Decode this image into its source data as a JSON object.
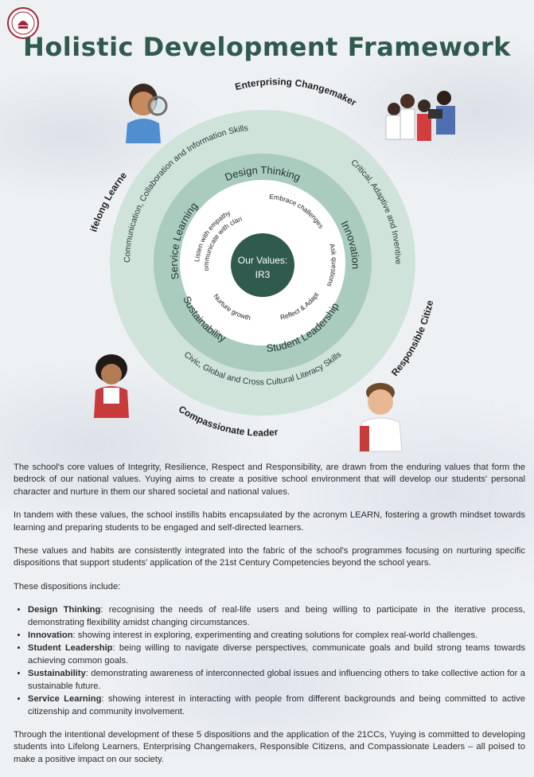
{
  "header": {
    "logo_icon": "school-crest",
    "title": "Holistic Development Framework"
  },
  "diagram": {
    "center": [
      "Our Values:",
      "IR3"
    ],
    "learn_habits": {
      "listen": "Listen with empathy",
      "communicate": "Communicate with clarity",
      "embrace": "Embrace challenges",
      "ask": "Ask questions",
      "reflect": "Reflect & Adapt",
      "nurture": "Nurture growth"
    },
    "dispositions": {
      "design_thinking": "Design Thinking",
      "innovation": "Innovation",
      "student_leadership": "Student Leadership",
      "sustainability": "Sustainability",
      "service_learning": "Service Learning"
    },
    "competencies": {
      "communication": "Communication, Collaboration and Information Skills",
      "critical": "Critical, Adaptive and Inventive Thinking",
      "civic": "Civic, Global and Cross Cultural Literacy Skills"
    },
    "outcomes": {
      "enterprising": "Enterprising Changemaker",
      "lifelong": "Lifelong Learner",
      "responsible": "Responsible Citizen",
      "compassionate": "Compassionate Leader"
    },
    "colors": {
      "outer_ring": "#cfe3db",
      "middle_ring": "#a9ccbf",
      "inner_circle": "#ffffff",
      "center": "#2f5a4d",
      "title": "#2f5a4d"
    }
  },
  "body": {
    "p1": "The school's core values of Integrity, Resilience, Respect and Responsibility, are drawn from the enduring values that form the bedrock of our national values. Yuying aims to create a positive school environment that will develop our students' personal character and nurture in them our shared societal and national values.",
    "p2": "In tandem with these values, the school instills habits encapsulated by the acronym LEARN, fostering a growth mindset towards learning and preparing students to be engaged and self-directed learners.",
    "p3": "These values and habits are consistently integrated into the fabric of the school's programmes focusing on nurturing specific dispositions that support students' application of the 21st Century Competencies beyond the school years.",
    "p4": "These dispositions include:",
    "bullets": [
      {
        "term": "Design Thinking",
        "text": ": recognising the needs of real-life users and being willing to participate in the iterative process, demonstrating flexibility amidst changing circumstances."
      },
      {
        "term": "Innovation",
        "text": ": showing interest in exploring, experimenting and creating solutions for complex real-world challenges."
      },
      {
        "term": "Student Leadership",
        "text": ": being willing to navigate diverse perspectives, communicate goals and build strong teams towards achieving common goals."
      },
      {
        "term": "Sustainability",
        "text": ": demonstrating awareness of interconnected global issues and influencing others to take collective action for a sustainable future."
      },
      {
        "term": "Service Learning",
        "text": ": showing interest in interacting with people from different backgrounds and being committed to active citizenship and community involvement."
      }
    ],
    "p5": "Through the intentional development of these 5 dispositions and the application of the 21CCs, Yuying is committed to developing students into Lifelong Learners, Enterprising Changemakers, Responsible Citizens, and Compassionate Leaders – all poised to make a positive impact on our society."
  }
}
